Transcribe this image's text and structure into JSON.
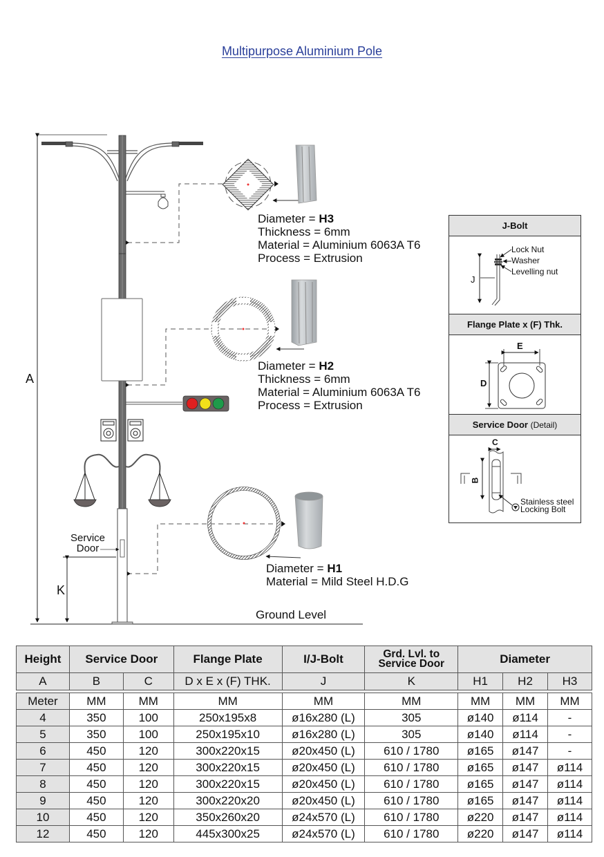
{
  "title": "Multipurpose Aluminium Pole",
  "drawing": {
    "dimension_labels": {
      "A": "A",
      "K": "K"
    },
    "service_door_label": [
      "Service",
      "Door"
    ],
    "ground_level": "Ground Level",
    "traffic_light_colors": [
      "#e02020",
      "#f2e01a",
      "#1e9a4a"
    ],
    "sections": [
      {
        "id": "H3",
        "lines": [
          {
            "key": "Diameter = ",
            "value": "H3"
          },
          {
            "key": "Thickness = 6mm"
          },
          {
            "key": "Material = Aluminium 6063A T6"
          },
          {
            "key": "Process = Extrusion"
          }
        ]
      },
      {
        "id": "H2",
        "lines": [
          {
            "key": "Diameter = ",
            "value": "H2"
          },
          {
            "key": "Thickness = 6mm"
          },
          {
            "key": "Material = Aluminium 6063A T6"
          },
          {
            "key": "Process = Extrusion"
          }
        ]
      },
      {
        "id": "H1",
        "lines": [
          {
            "key": "Diameter = ",
            "value": "H1"
          },
          {
            "key": "Material = Mild Steel H.D.G"
          }
        ]
      }
    ]
  },
  "details": {
    "jbolt": {
      "title": "J-Bolt",
      "dim": "J",
      "callouts": [
        "Lock Nut",
        "Washer",
        "Levelling nut"
      ]
    },
    "flange": {
      "title": "Flange Plate x (F) Thk.",
      "dims": [
        "E",
        "D"
      ]
    },
    "service_door": {
      "title": "Service Door",
      "subtitle": "(Detail)",
      "dims": [
        "C",
        "B"
      ],
      "callout": [
        "Stainless steel",
        "Locking Bolt"
      ]
    }
  },
  "table": {
    "group_headers": [
      "Height",
      "Service Door",
      "Flange Plate",
      "I/J-Bolt",
      "Grd. Lvl. to Service Door",
      "Diameter"
    ],
    "grd_header_lines": [
      "Grd. Lvl. to",
      "Service Door"
    ],
    "sub_headers": [
      "A",
      "B",
      "C",
      "D x E x (F) THK.",
      "J",
      "K",
      "H1",
      "H2",
      "H3"
    ],
    "units": [
      "Meter",
      "MM",
      "MM",
      "MM",
      "MM",
      "MM",
      "MM",
      "MM",
      "MM"
    ],
    "rows": [
      [
        "4",
        "350",
        "100",
        "250x195x8",
        "ø16x280 (L)",
        "305",
        "ø140",
        "ø114",
        "-"
      ],
      [
        "5",
        "350",
        "100",
        "250x195x10",
        "ø16x280 (L)",
        "305",
        "ø140",
        "ø114",
        "-"
      ],
      [
        "6",
        "450",
        "120",
        "300x220x15",
        "ø20x450 (L)",
        "610 / 1780",
        "ø165",
        "ø147",
        "-"
      ],
      [
        "7",
        "450",
        "120",
        "300x220x15",
        "ø20x450 (L)",
        "610 / 1780",
        "ø165",
        "ø147",
        "ø114"
      ],
      [
        "8",
        "450",
        "120",
        "300x220x15",
        "ø20x450 (L)",
        "610 / 1780",
        "ø165",
        "ø147",
        "ø114"
      ],
      [
        "9",
        "450",
        "120",
        "300x220x20",
        "ø20x450 (L)",
        "610 / 1780",
        "ø165",
        "ø147",
        "ø114"
      ],
      [
        "10",
        "450",
        "120",
        "350x260x20",
        "ø24x570 (L)",
        "610 / 1780",
        "ø220",
        "ø147",
        "ø114"
      ],
      [
        "12",
        "450",
        "120",
        "445x300x25",
        "ø24x570 (L)",
        "610 / 1780",
        "ø220",
        "ø147",
        "ø114"
      ]
    ]
  }
}
